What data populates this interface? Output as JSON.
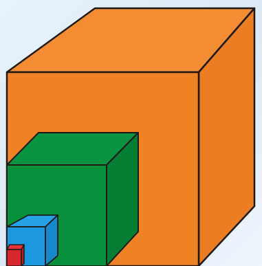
{
  "diagram": {
    "colors": {
      "background": "#e3eef9",
      "outline": "#1f1a17",
      "outer_front": "#f08226",
      "outer_top": "#f48c33",
      "outer_side": "#ec7d22",
      "green_front": "#078f3c",
      "green_top": "#0a9340",
      "green_side": "#057e34",
      "blue_front": "#1b98e0",
      "blue_top": "#25a2e6",
      "blue_side": "#1788cc",
      "red_front": "#d8262f",
      "red_top": "#e2343a",
      "red_side": "#b81f27"
    },
    "cubes": [
      {
        "id": "outer-cube",
        "color": "orange",
        "size_rank": 1
      },
      {
        "id": "green-cube",
        "color": "green",
        "size_rank": 2
      },
      {
        "id": "blue-cube",
        "color": "blue",
        "size_rank": 3
      },
      {
        "id": "red-cube",
        "color": "red",
        "size_rank": 4
      }
    ]
  }
}
